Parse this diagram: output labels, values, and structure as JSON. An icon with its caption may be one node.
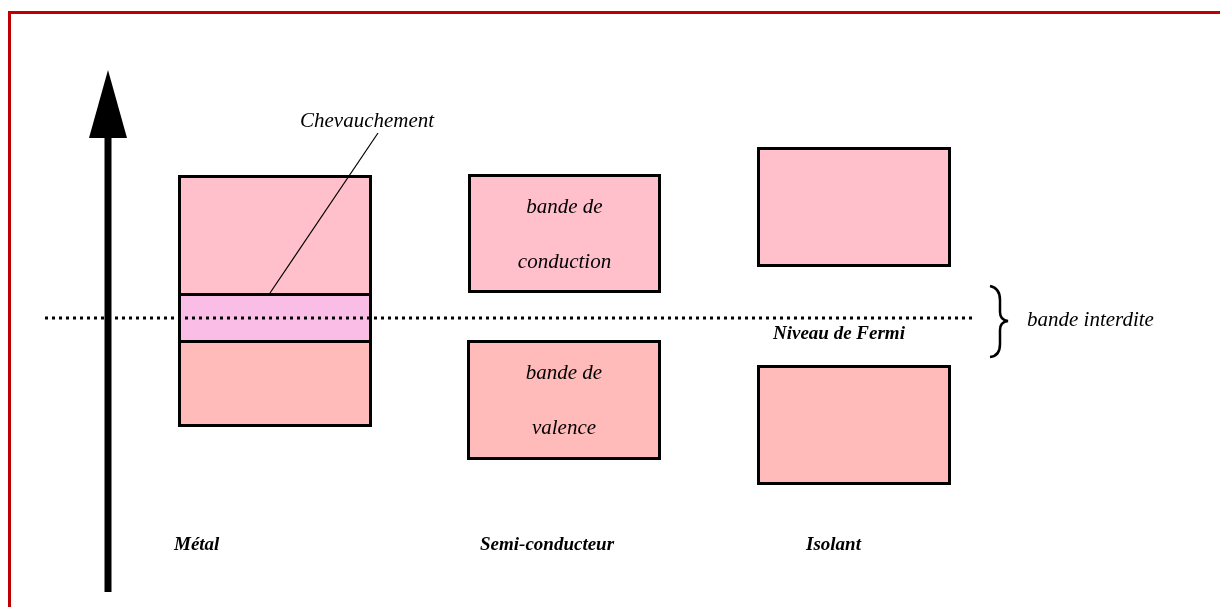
{
  "diagram": {
    "nodes": [
      {
        "text": [
          "Chevauchement"
        ]
      },
      {
        "text": [],
        "shape": "box"
      },
      {
        "text": [],
        "shape": "box"
      },
      {
        "text": [],
        "shape": "box"
      },
      {
        "text": [
          "bande de conduction"
        ]
      },
      {
        "text": [
          "bande de valence"
        ]
      },
      {
        "text": [],
        "shape": "box"
      },
      {
        "text": [],
        "shape": "box"
      }
    ],
    "edges": [
      {
        "from": 0,
        "to": 2,
        "arrow": "none"
      }
    ],
    "labels": [
      "Niveau de Fermi",
      "bande interdite",
      "Métal",
      "Semi-conducteur",
      "Isolant"
    ]
  }
}
